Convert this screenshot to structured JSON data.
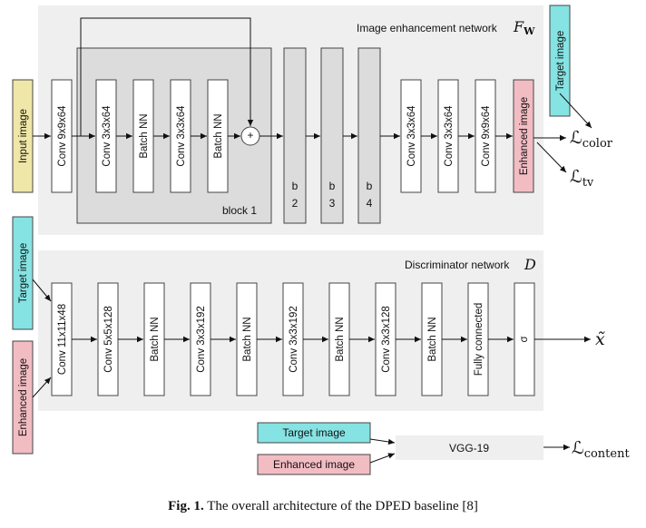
{
  "enhancement_network": {
    "title": "Image enhancement network",
    "symbol": "F",
    "symbol_sub": "W",
    "input": "Input image",
    "first_conv": "Conv 9x9x64",
    "block1_layers": [
      "Conv 3x3x64",
      "Batch NN",
      "Conv 3x3x64",
      "Batch NN"
    ],
    "sum_glyph": "+",
    "block1_label": "block 1",
    "blocks": [
      {
        "b": "b",
        "n": "2"
      },
      {
        "b": "b",
        "n": "3"
      },
      {
        "b": "b",
        "n": "4"
      }
    ],
    "tail_layers": [
      "Conv 3x3x64",
      "Conv 3x3x64",
      "Conv 9x9x64"
    ],
    "output": "Enhanced image",
    "target": "Target image",
    "loss_color": "color",
    "loss_tv": "tv"
  },
  "discriminator": {
    "title": "Discriminator network",
    "symbol": "D",
    "input_target": "Target image",
    "input_enhanced": "Enhanced image",
    "layers": [
      "Conv 11x11x48",
      "Conv 5x5x128",
      "Batch NN",
      "Conv 3x3x192",
      "Batch NN",
      "Conv 3x3x192",
      "Batch NN",
      "Conv 3x3x128",
      "Batch NN",
      "Fully connected",
      "σ"
    ],
    "output": "x̃"
  },
  "vgg": {
    "label": "VGG-19",
    "input_target": "Target image",
    "input_enhanced": "Enhanced image",
    "loss_content": "content"
  },
  "loss_symbol": "ℒ",
  "caption": {
    "prefix": "Fig. 1.",
    "text": "The overall architecture of the DPED baseline [8]"
  },
  "colors": {
    "panel": "#efefef",
    "block_fill": "#dcdcdc",
    "input_yellow": "#efe7a8",
    "target_cyan": "#86e3e3",
    "enhanced_pink": "#f2bcc3"
  }
}
